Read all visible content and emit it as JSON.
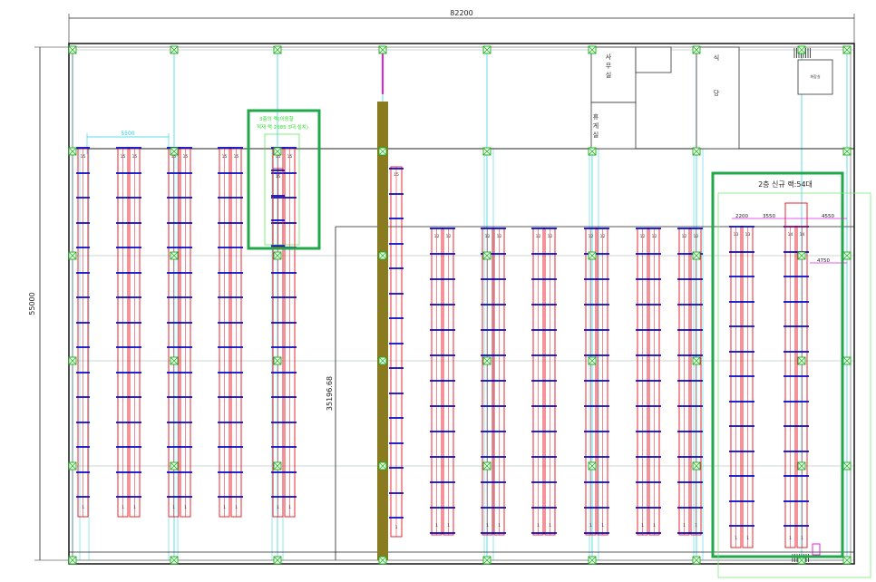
{
  "dimensions": {
    "overall_width": "82200",
    "overall_height": "55000",
    "rack_pitch": "5500",
    "partial_height": "35196.68",
    "new_rack_dims": [
      "2200",
      "3550",
      "4550",
      "4750"
    ]
  },
  "rooms": {
    "office": [
      "사",
      "무",
      "실"
    ],
    "rest": [
      "휴",
      "게",
      "실"
    ],
    "cafeteria": [
      "식",
      "당"
    ],
    "small_room": "화장실"
  },
  "callouts": {
    "third_floor": [
      "3층의 랙(이동할",
      "적재 랙 2685 3대 설치)"
    ],
    "second_floor_new": "2층 신규 랙:54대"
  },
  "rack_labels": {
    "left_tops": [
      "15",
      "15",
      "15",
      "15",
      "15",
      "15",
      "15",
      "15",
      "15",
      "15",
      "15"
    ],
    "left_bottoms": [
      "1",
      "1",
      "1",
      "1",
      "1",
      "1",
      "1",
      "1",
      "1",
      "1",
      "1"
    ],
    "right_tops": [
      "12",
      "12",
      "12",
      "12",
      "12",
      "12",
      "12",
      "12",
      "12",
      "12",
      "12",
      "12",
      "13",
      "13",
      "14",
      "14"
    ],
    "right_bottoms": [
      "1",
      "1",
      "1",
      "1",
      "1",
      "1",
      "1",
      "1",
      "1",
      "1",
      "1",
      "1",
      "1",
      "1",
      "1",
      "1"
    ],
    "center_top": "15",
    "center_bottom": "1",
    "third_floor_top": "15"
  },
  "colors": {
    "rack": "#e8101a",
    "beam": "#0a10c8",
    "grid": "#20d0e0",
    "column": "#1ea81e",
    "highlight": "#21a84a",
    "wall": "#222222",
    "magenta": "#e020e0",
    "corridor": "#8a7a20"
  }
}
